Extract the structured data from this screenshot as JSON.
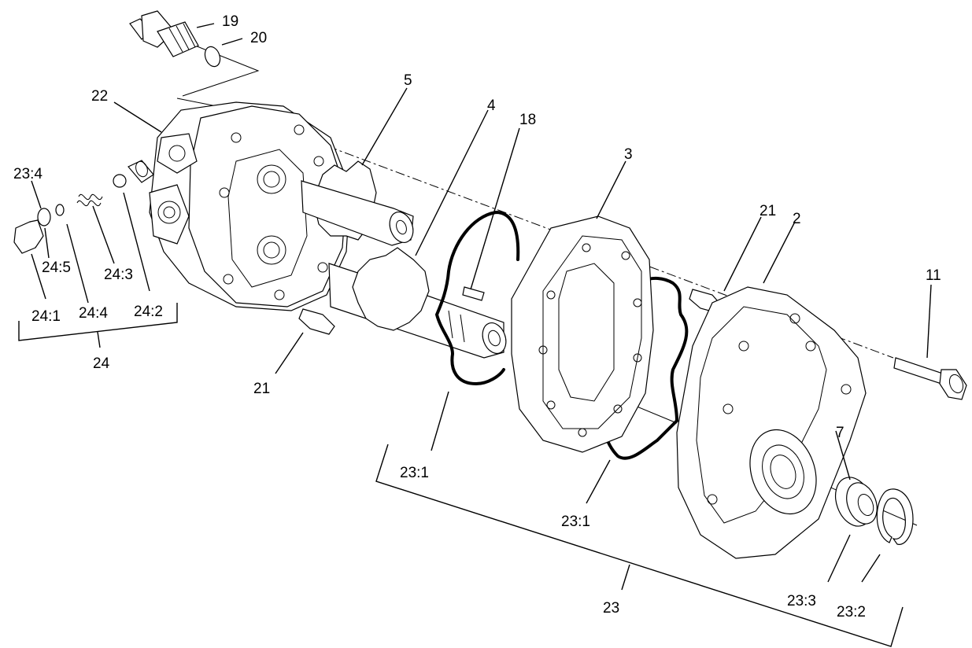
{
  "labels": {
    "l19": "19",
    "l20": "20",
    "l22": "22",
    "l5": "5",
    "l4": "4",
    "l18": "18",
    "l3": "3",
    "l21a": "21",
    "l2": "2",
    "l11": "11",
    "l23_4": "23:4",
    "l24_5": "24:5",
    "l24_3": "24:3",
    "l24_1": "24:1",
    "l24_4": "24:4",
    "l24_2": "24:2",
    "l24": "24",
    "l21b": "21",
    "l23_1a": "23:1",
    "l23_1b": "23:1",
    "l7": "7",
    "l23": "23",
    "l23_3": "23:3",
    "l23_2": "23:2"
  }
}
